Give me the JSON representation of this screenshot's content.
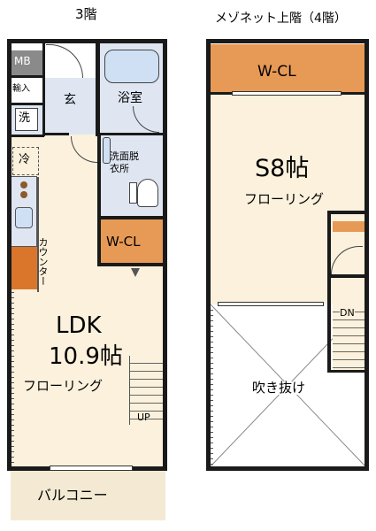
{
  "left_plan": {
    "floor_title": "3階",
    "rooms": {
      "mb": "MB",
      "supply": "輸入",
      "entrance": "玄",
      "washer": "洗",
      "fridge": "冷",
      "bath": "浴室",
      "washroom": "洗面脱\n衣所",
      "wcl": "W-CL",
      "counter": "カウンター",
      "ldk": "LDK",
      "ldk_size": "10.9帖",
      "ldk_floor": "フローリング",
      "up": "UP",
      "balcony": "バルコニー"
    }
  },
  "right_plan": {
    "floor_title": "メゾネット上階（4階）",
    "rooms": {
      "wcl": "W-CL",
      "service_room": "S8帖",
      "service_floor": "フローリング",
      "dn": "DN",
      "void": "吹き抜け"
    }
  },
  "colors": {
    "floor": "#fbf1dc",
    "wcl": "#e79a55",
    "tile": "#dfe6f2",
    "wall": "#1a1a1a"
  }
}
